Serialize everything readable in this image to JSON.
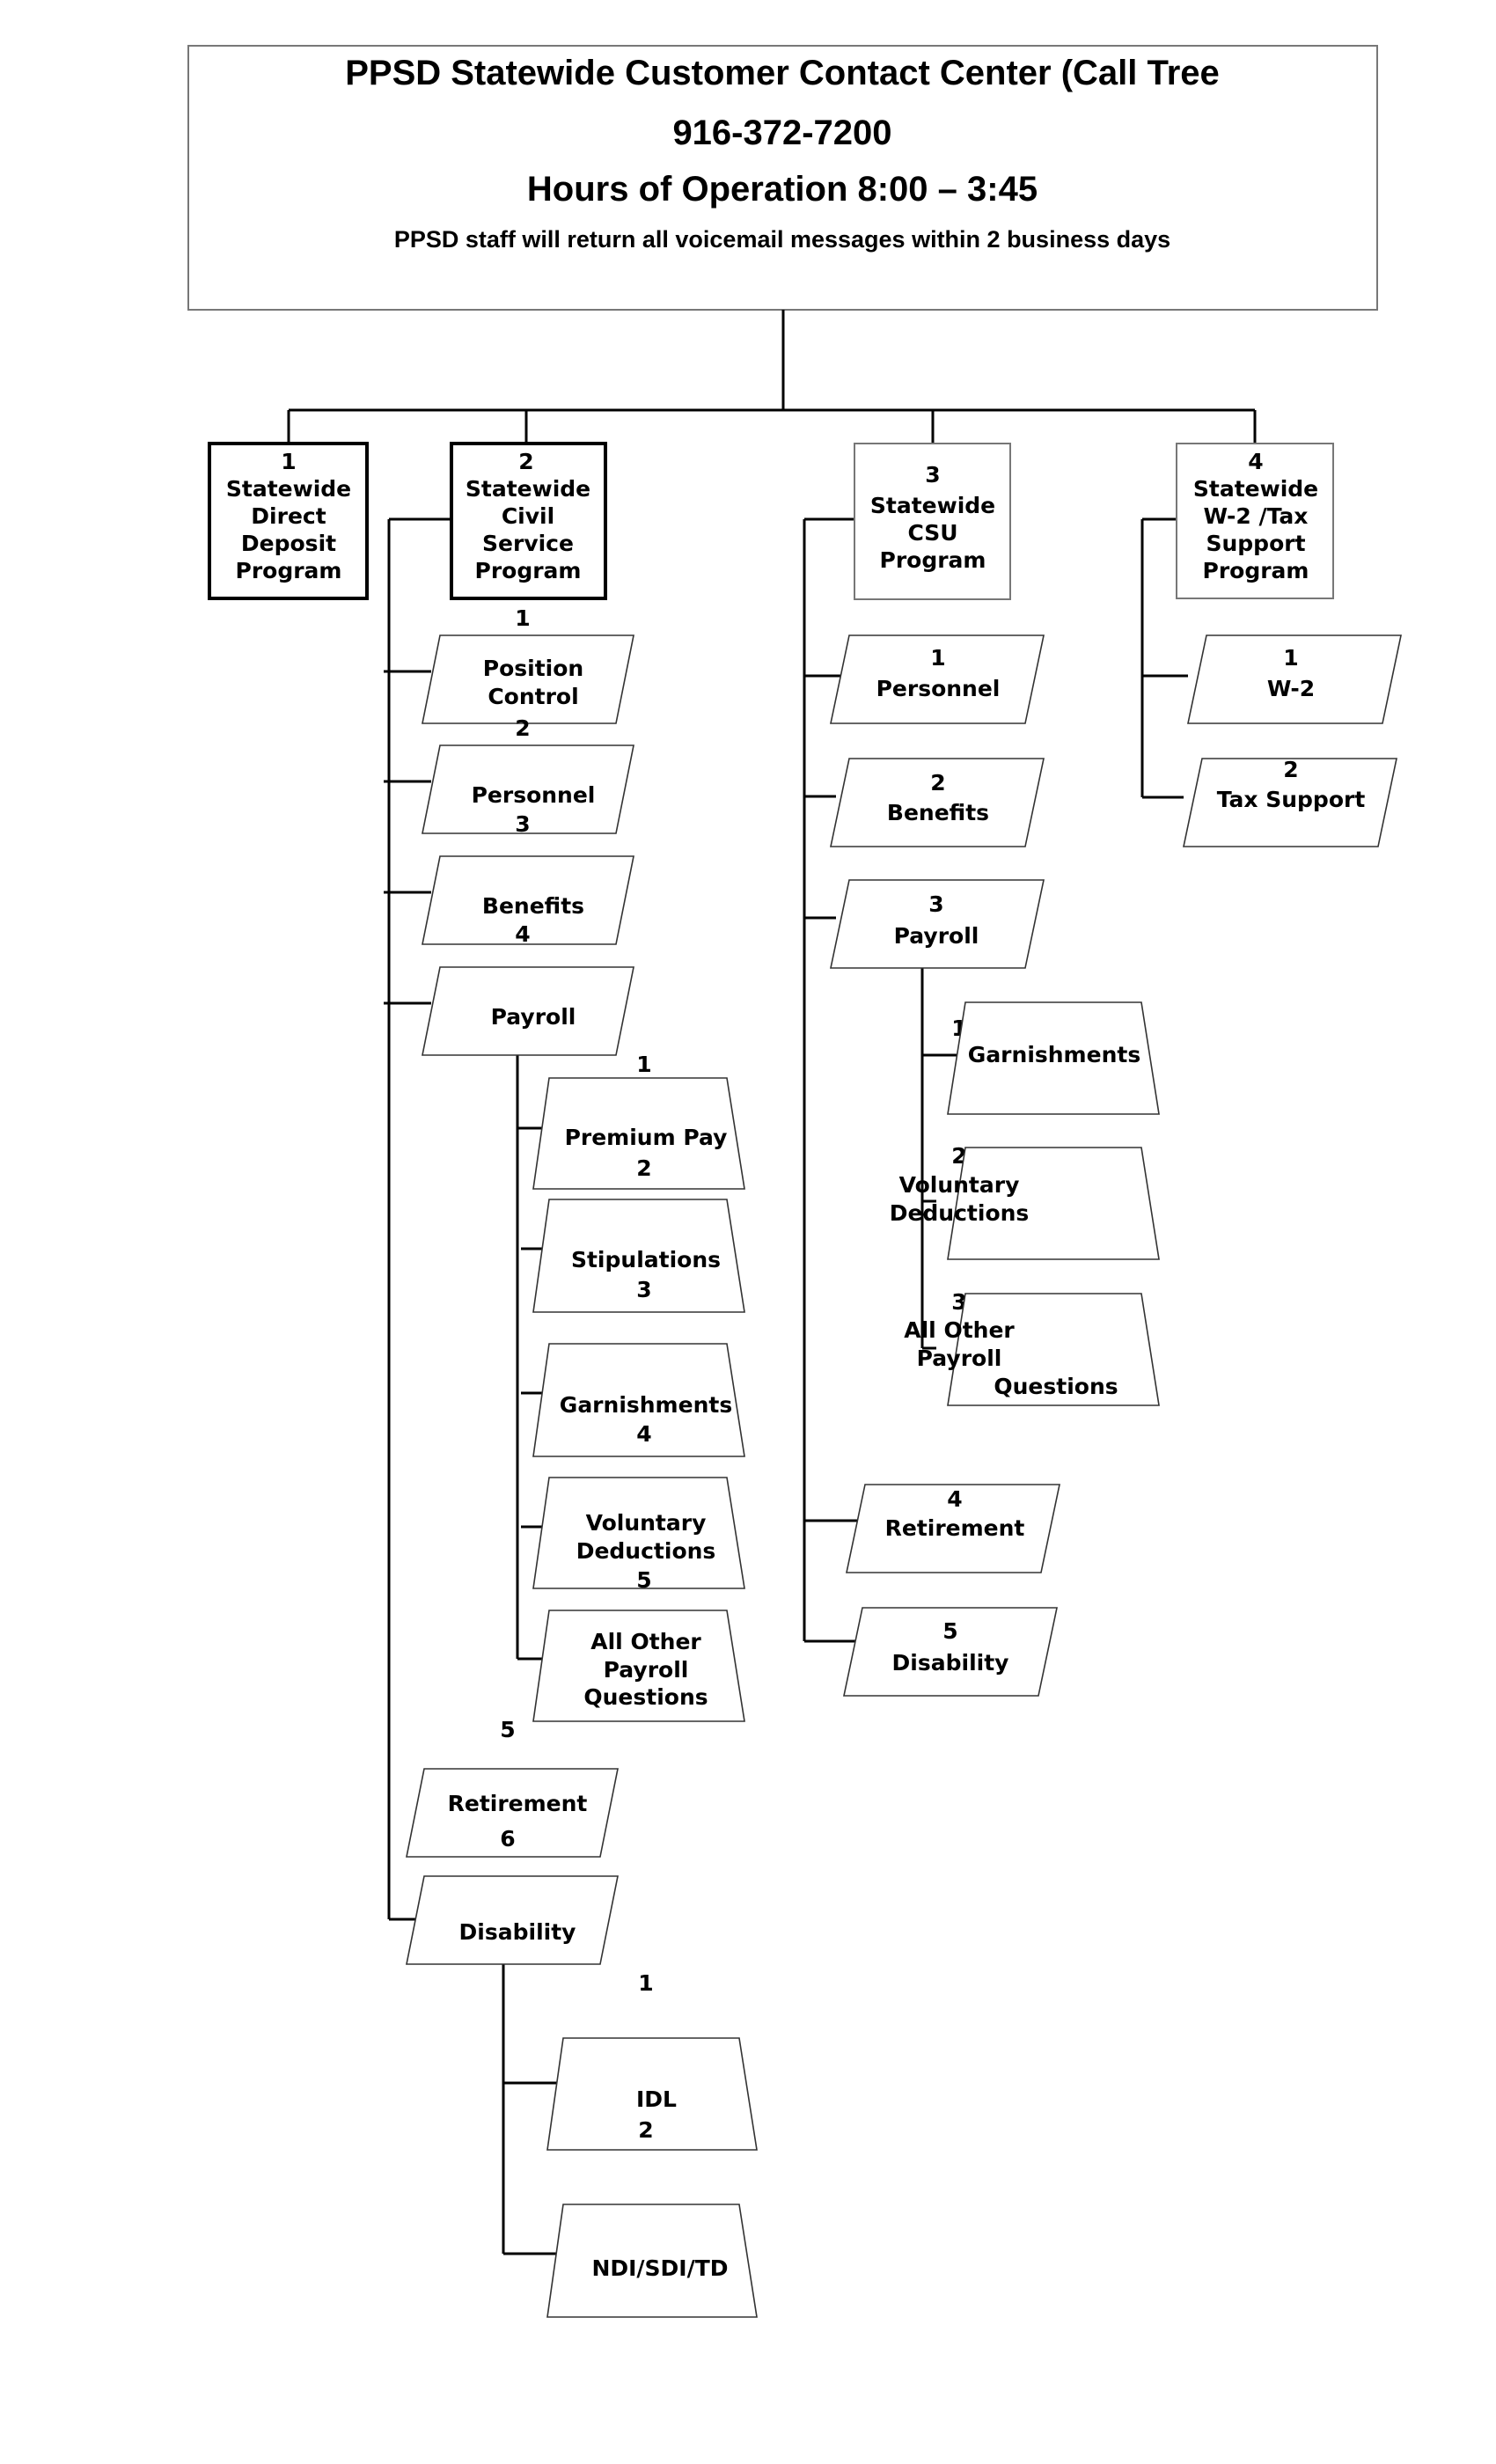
{
  "header": {
    "title": "PPSD Statewide Customer Contact Center (Call Tree",
    "phone": "916-372-7200",
    "hours": "Hours of Operation 8:00 – 3:45",
    "note": "PPSD staff will return all voicemail messages within 2 business days"
  },
  "top": [
    {
      "num": "1",
      "lines": [
        "Statewide",
        "Direct",
        "Deposit",
        "Program"
      ]
    },
    {
      "num": "2",
      "lines": [
        "Statewide",
        "Civil",
        "Service",
        "Program"
      ]
    },
    {
      "num": "3",
      "lines": [
        "Statewide",
        "CSU",
        "Program"
      ]
    },
    {
      "num": "4",
      "lines": [
        "Statewide",
        "W-2 /Tax",
        "Support",
        "Program"
      ]
    }
  ],
  "civil": {
    "items": [
      {
        "num": "1",
        "lines": [
          "Position",
          "Control"
        ]
      },
      {
        "num": "2",
        "lines": [
          "Personnel"
        ]
      },
      {
        "num": "3",
        "lines": [
          "Benefits"
        ]
      },
      {
        "num": "4",
        "lines": [
          "Payroll"
        ]
      },
      {
        "num": "5",
        "lines": [
          "Retirement"
        ]
      },
      {
        "num": "6",
        "lines": [
          "Disability"
        ]
      }
    ],
    "payroll": [
      {
        "num": "1",
        "lines": [
          "Premium Pay"
        ]
      },
      {
        "num": "2",
        "lines": [
          "Stipulations"
        ]
      },
      {
        "num": "3",
        "lines": [
          "Garnishments"
        ]
      },
      {
        "num": "4",
        "lines": [
          "Voluntary",
          "Deductions"
        ]
      },
      {
        "num": "5",
        "lines": [
          "All Other",
          "Payroll",
          "Questions"
        ]
      }
    ],
    "disability": [
      {
        "num": "1",
        "lines": [
          "IDL"
        ]
      },
      {
        "num": "2",
        "lines": [
          "NDI/SDI/TD"
        ]
      }
    ]
  },
  "csu": {
    "items": [
      {
        "num": "1",
        "lines": [
          "Personnel"
        ]
      },
      {
        "num": "2",
        "lines": [
          "Benefits"
        ]
      },
      {
        "num": "3",
        "lines": [
          "Payroll"
        ]
      },
      {
        "num": "4",
        "lines": [
          "Retirement"
        ]
      },
      {
        "num": "5",
        "lines": [
          "Disability"
        ]
      }
    ],
    "payroll": [
      {
        "num": "1",
        "lines": [
          "Garnishments"
        ]
      },
      {
        "num": "2",
        "lines": [
          "Voluntary",
          "Deductions"
        ]
      },
      {
        "num": "3",
        "lines": [
          "All Other",
          "Payroll",
          "Questions"
        ]
      }
    ]
  },
  "w2": {
    "items": [
      {
        "num": "1",
        "lines": [
          "W-2"
        ]
      },
      {
        "num": "2",
        "lines": [
          "Tax Support"
        ]
      }
    ]
  }
}
